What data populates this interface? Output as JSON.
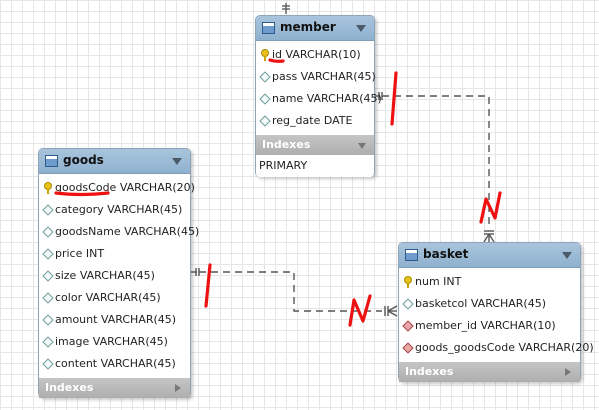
{
  "tables": {
    "member": {
      "name": "member",
      "columns": [
        {
          "label": "id VARCHAR(10)",
          "icon": "primary-key-icon"
        },
        {
          "label": "pass VARCHAR(45)",
          "icon": "column-diamond-icon"
        },
        {
          "label": "name VARCHAR(45)",
          "icon": "column-diamond-icon"
        },
        {
          "label": "reg_date DATE",
          "icon": "column-diamond-icon"
        }
      ],
      "indexes_label": "Indexes",
      "indexes": [
        "PRIMARY"
      ]
    },
    "goods": {
      "name": "goods",
      "columns": [
        {
          "label": "goodsCode VARCHAR(20)",
          "icon": "primary-key-icon"
        },
        {
          "label": "category VARCHAR(45)",
          "icon": "column-diamond-icon"
        },
        {
          "label": "goodsName VARCHAR(45)",
          "icon": "column-diamond-icon"
        },
        {
          "label": "price INT",
          "icon": "column-diamond-icon"
        },
        {
          "label": "size VARCHAR(45)",
          "icon": "column-diamond-icon"
        },
        {
          "label": "color VARCHAR(45)",
          "icon": "column-diamond-icon"
        },
        {
          "label": "amount VARCHAR(45)",
          "icon": "column-diamond-icon"
        },
        {
          "label": "image VARCHAR(45)",
          "icon": "column-diamond-icon"
        },
        {
          "label": "content VARCHAR(45)",
          "icon": "column-diamond-icon"
        }
      ],
      "indexes_label": "Indexes"
    },
    "basket": {
      "name": "basket",
      "columns": [
        {
          "label": "num INT",
          "icon": "primary-key-icon"
        },
        {
          "label": "basketcol VARCHAR(45)",
          "icon": "column-diamond-icon"
        },
        {
          "label": "member_id VARCHAR(10)",
          "icon": "foreign-key-icon"
        },
        {
          "label": "goods_goodsCode VARCHAR(20)",
          "icon": "foreign-key-icon"
        }
      ],
      "indexes_label": "Indexes"
    }
  },
  "relationships": [
    {
      "from": "member",
      "to": "basket",
      "type": "one-to-many"
    },
    {
      "from": "goods",
      "to": "basket",
      "type": "one-to-many"
    }
  ],
  "colors": {
    "header": "#9dbdd8",
    "annotation": "#ee1111",
    "line": "#555555"
  }
}
